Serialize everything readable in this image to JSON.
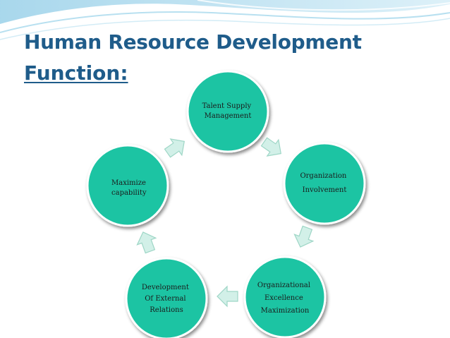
{
  "slide": {
    "title_line1": "Human Resource Development",
    "title_line2": "Function:"
  },
  "diagram": {
    "nodes": [
      {
        "id": "talent-supply-management",
        "lines": [
          "Talent Supply",
          "Management"
        ]
      },
      {
        "id": "organization-involvement",
        "lines": [
          "Organization",
          "Involvement"
        ]
      },
      {
        "id": "organizational-excellence-maximization",
        "lines": [
          "Organizational",
          "Excellence",
          "Maximization"
        ]
      },
      {
        "id": "development-of-external-relations",
        "lines": [
          "Development",
          "Of External",
          "Relations"
        ]
      },
      {
        "id": "maximize-capability",
        "lines": [
          "Maximize",
          "capability"
        ]
      }
    ],
    "colors": {
      "circle_fill": "#1dc4a3",
      "circle_stroke": "#ffffff",
      "arrow_fill": "#d2f0e8",
      "arrow_stroke": "#9ed6c6",
      "title": "#1f5c8a",
      "wave": "#c6e6f3"
    }
  }
}
